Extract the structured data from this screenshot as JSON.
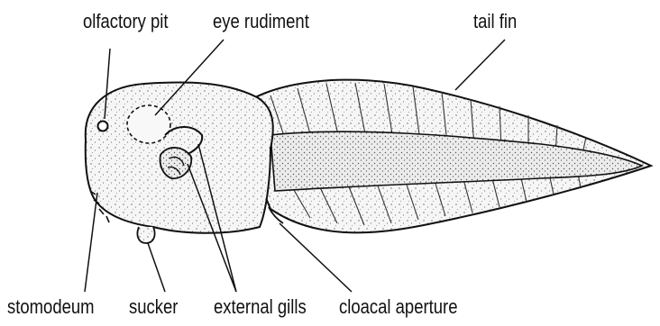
{
  "diagram": {
    "subject": "tadpole",
    "colors": {
      "ink": "#111111",
      "fill": "#f3f3f3",
      "background": "#ffffff"
    },
    "labels": {
      "olfactory_pit": "olfactory pit",
      "eye_rudiment": "eye rudiment",
      "tail_fin": "tail fin",
      "stomodeum": "stomodeum",
      "sucker": "sucker",
      "external_gills": "external gills",
      "cloacal_aperture": "cloacal aperture"
    }
  }
}
